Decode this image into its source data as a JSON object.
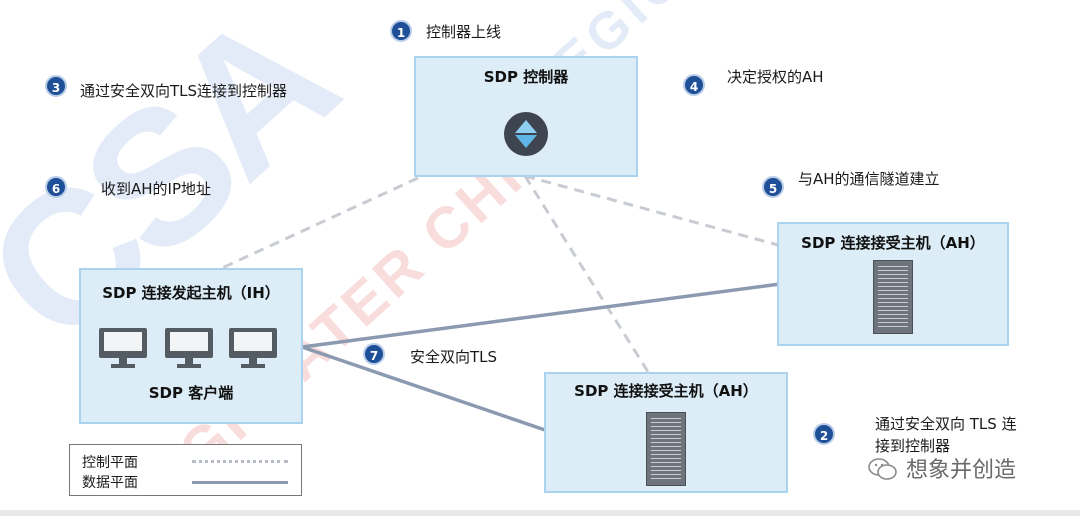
{
  "watermarks": {
    "big": "CSA",
    "red": "GREATER CHINA",
    "blue2": "REGION"
  },
  "controller": {
    "title": "SDP 控制器",
    "icon": "diamond-logo-icon"
  },
  "ih": {
    "title": "SDP 连接发起主机（IH）",
    "client_label": "SDP 客户端",
    "icon": "monitor-icon"
  },
  "ah_top": {
    "title": "SDP 连接接受主机（AH）",
    "icon": "server-icon"
  },
  "ah_bottom": {
    "title": "SDP 连接接受主机（AH）",
    "icon": "server-icon"
  },
  "steps": [
    {
      "num": "1",
      "text": "控制器上线"
    },
    {
      "num": "2",
      "text_line1": "通过安全双向 TLS 连",
      "text_line2": "接到控制器"
    },
    {
      "num": "3",
      "text": "通过安全双向TLS连接到控制器"
    },
    {
      "num": "4",
      "text": "决定授权的AH"
    },
    {
      "num": "5",
      "text": "与AH的通信隧道建立"
    },
    {
      "num": "6",
      "text": "收到AH的IP地址"
    },
    {
      "num": "7",
      "text": "安全双向TLS"
    }
  ],
  "legend": {
    "control_plane": "控制平面",
    "data_plane": "数据平面"
  },
  "brand": {
    "text": "想象并创造",
    "icon": "wechat-icon"
  },
  "colors": {
    "box_fill": "#dcedf8",
    "box_border": "#a9d3ee",
    "badge": "#1f4f96",
    "data_line": "#8b9ab0",
    "control_line": "#c8ccd2"
  }
}
